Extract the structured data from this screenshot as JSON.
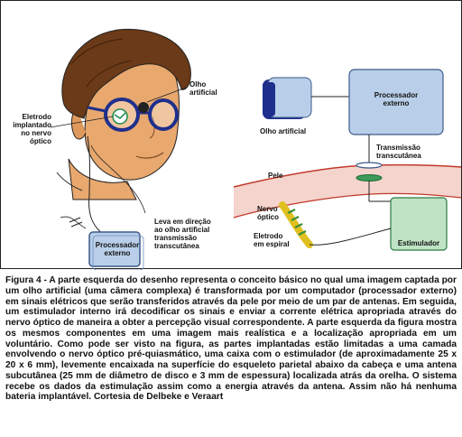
{
  "labels": {
    "olho_artificial_left": "Olho\nartificial",
    "eletrodo_implantado": "Eletrodo\nimplantado\nno nervo\nóptico",
    "leva_em_direcao": "Leva em direção\nao olho artificial\ntransmissão\ntranscutânea",
    "processador_externo_left": "Processador\nexterno",
    "olho_artificial_right": "Olho artificial",
    "processador_externo_right": "Processador\nexterno",
    "transmissao_transcutanea": "Transmissão\ntranscutânea",
    "pele": "Pele",
    "nervo_optico": "Nervo\nóptico",
    "eletrodo_em_espiral": "Eletrodo\nem espiral",
    "estimulador": "Estimulador"
  },
  "caption": "Figura 4 - A parte esquerda do desenho representa o conceito básico no qual uma imagem captada por um olho artificial (uma câmera complexa) é transformada por um computador (processador externo) em sinais elétricos que serão transferidos através da pele por meio de um par de antenas. Em seguida, um estimulador interno irá decodificar os sinais e enviar a corrente elétrica apropriada através do nervo óptico de maneira a obter a percepção visual correspondente. A parte esquerda da figura mostra os mesmos componentes em uma imagem mais realística e a localização apropriada em um voluntário. Como pode ser visto na figura, as partes implantadas estão limitadas a uma camada envolvendo o nervo óptico pré-quiasmático, uma caixa com o estimulador (de aproximadamente 25 x 20 x 6 mm), levemente encaixada na superfície do esqueleto parietal abaixo da cabeça e uma antena subcutânea (25 mm de diâmetro de disco e 3 mm de espessura) localizada atrás da orelha. O sistema recebe os dados da estimulação assim como a energia através da antena. Assim não há nenhuma bateria implantável. Cortesia de Delbeke e Veraart",
  "colors": {
    "skin": "#e8a86e",
    "skin_shade": "#c98a52",
    "hair": "#6b3a18",
    "box_fill": "#b9cfe9",
    "box_stroke": "#3c5a8a",
    "camera_dark": "#1f2f8c",
    "pele_fill": "#f4d4cc",
    "pele_line": "#c0392b",
    "antenna": "#3d9a5a",
    "nerve_yellow": "#e0c020",
    "nerve_green": "#3a8f3a",
    "glasses": "#1f2f8c"
  }
}
